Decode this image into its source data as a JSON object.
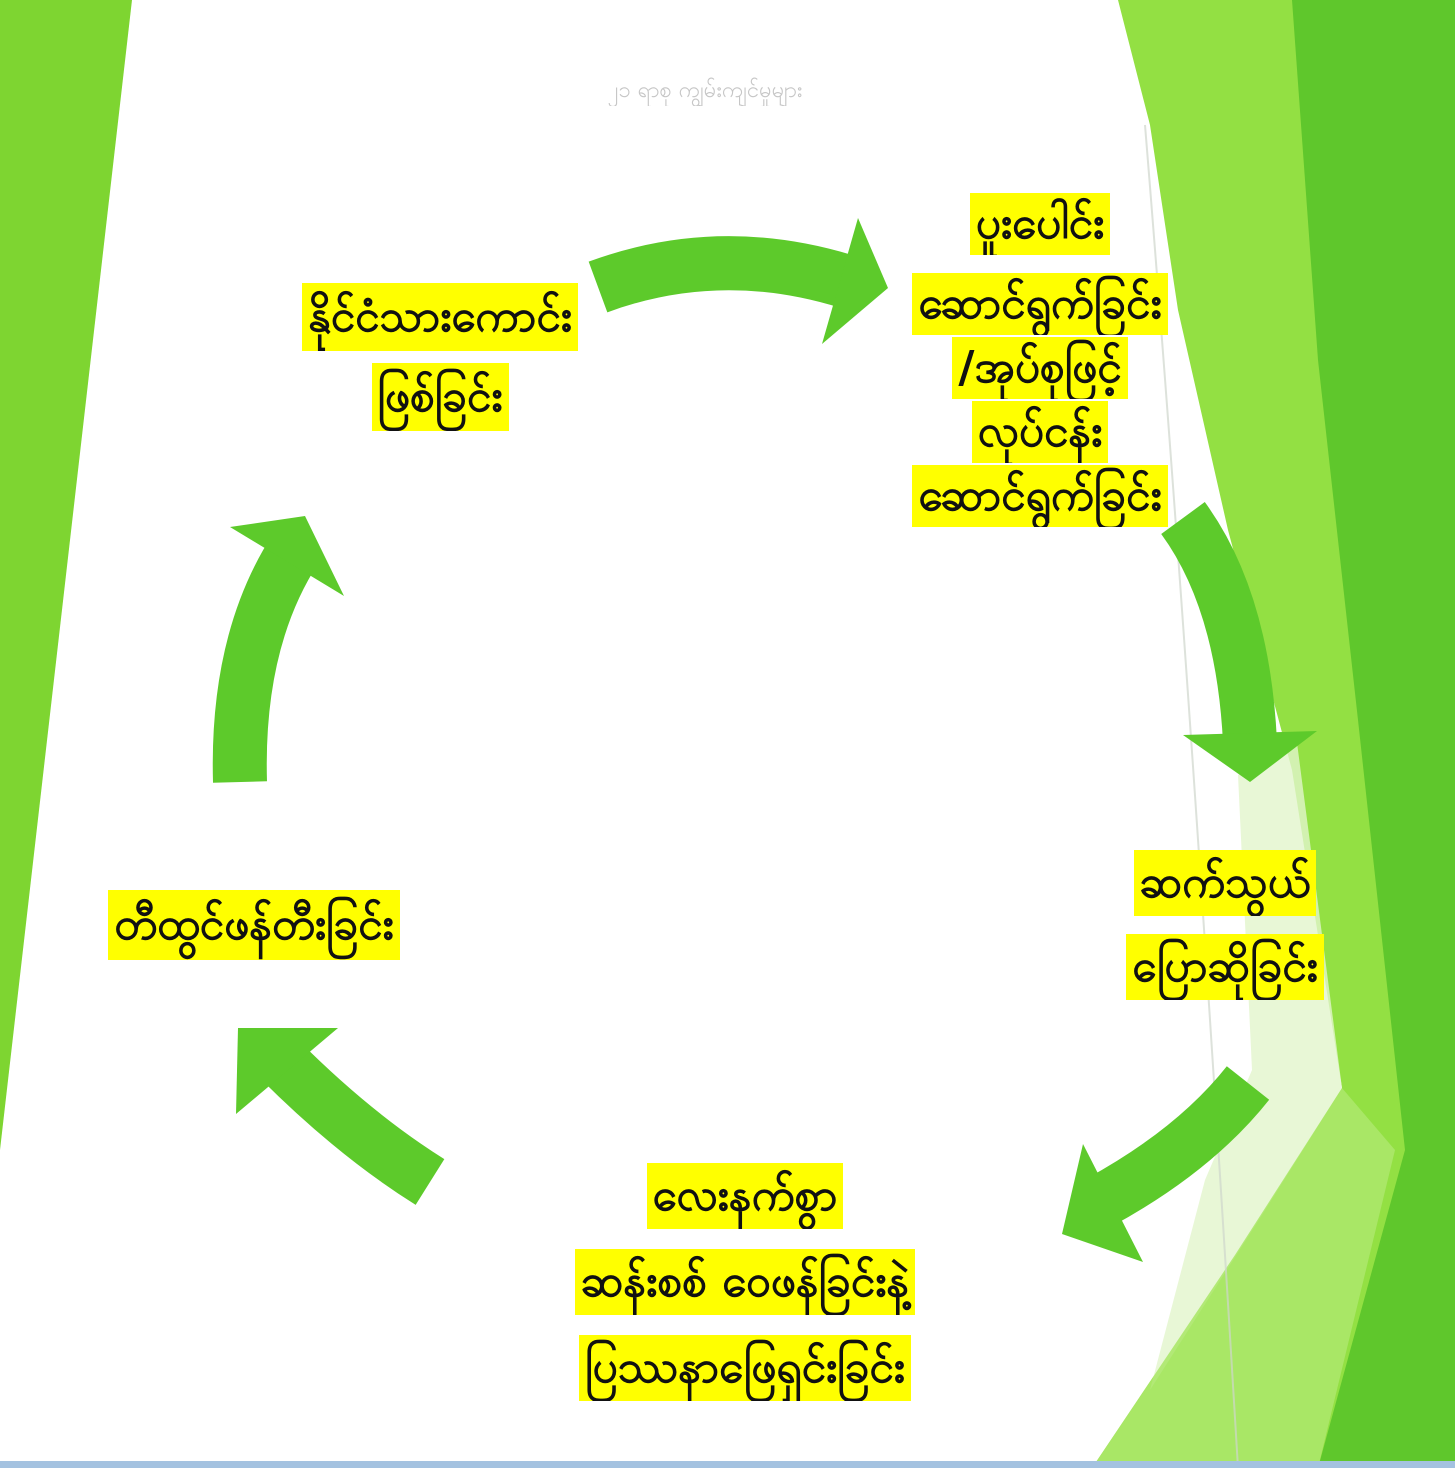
{
  "slide": {
    "title": "၂၁ ရာစု ကျွမ်းကျင်မှုများ"
  },
  "cycle": {
    "steps": [
      {
        "lines": [
          "နိုင်ငံသားကောင်း",
          "ဖြစ်ခြင်း"
        ]
      },
      {
        "lines": [
          "ပူးပေါင်း",
          "ဆောင်ရွက်ခြင်း",
          "/အုပ်စုဖြင့်",
          "လုပ်ငန်း",
          "ဆောင်ရွက်ခြင်း"
        ]
      },
      {
        "lines": [
          "ဆက်သွယ်",
          "ပြောဆိုခြင်း"
        ]
      },
      {
        "lines": [
          "လေးနက်စွာ",
          "ဆန်းစစ် ဝေဖန်ခြင်းနဲ့",
          "ပြဿနာဖြေရှင်းခြင်း"
        ]
      },
      {
        "lines": [
          "တီထွင်ဖန်တီးခြင်း"
        ]
      }
    ]
  },
  "colors": {
    "arrow": "#5dca2b",
    "highlight": "#ffff00",
    "label_text": "#111111",
    "title_text": "#c6c6c6",
    "panel_green": "#7ed531",
    "panel_lime": "#93e043",
    "panel_dark": "#5fc72c",
    "panel_pale": "#e2f5cc",
    "panel_light": "#ade86c"
  }
}
